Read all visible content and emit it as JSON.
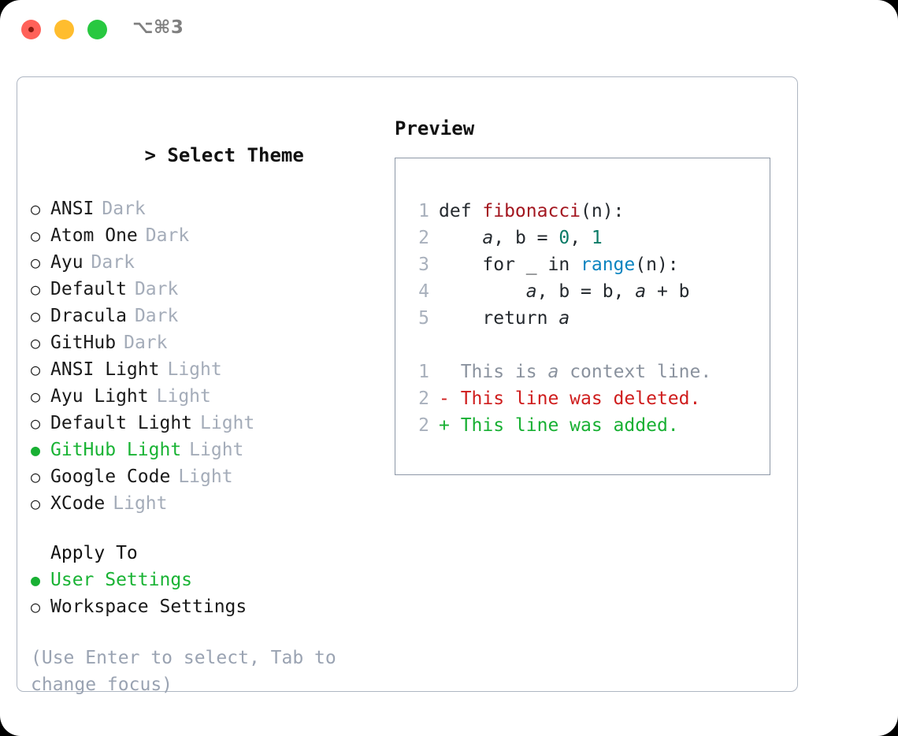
{
  "titlebar": {
    "shortcut": "⌥⌘3",
    "lights": [
      "close-red",
      "minimize-yellow",
      "maximize-green"
    ]
  },
  "theme_picker": {
    "header": "Select Theme",
    "caret": ">",
    "radio_off": "○",
    "radio_on": "●",
    "items": [
      {
        "label": "ANSI",
        "kind": "Dark",
        "selected": false
      },
      {
        "label": "Atom One",
        "kind": "Dark",
        "selected": false
      },
      {
        "label": "Ayu",
        "kind": "Dark",
        "selected": false
      },
      {
        "label": "Default",
        "kind": "Dark",
        "selected": false
      },
      {
        "label": "Dracula",
        "kind": "Dark",
        "selected": false
      },
      {
        "label": "GitHub",
        "kind": "Dark",
        "selected": false
      },
      {
        "label": "ANSI Light",
        "kind": "Light",
        "selected": false
      },
      {
        "label": "Ayu Light",
        "kind": "Light",
        "selected": false
      },
      {
        "label": "Default Light",
        "kind": "Light",
        "selected": false
      },
      {
        "label": "GitHub Light",
        "kind": "Light",
        "selected": true
      },
      {
        "label": "Google Code",
        "kind": "Light",
        "selected": false
      },
      {
        "label": "XCode",
        "kind": "Light",
        "selected": false
      }
    ]
  },
  "apply_to": {
    "header": "Apply To",
    "items": [
      {
        "label": "User Settings",
        "selected": true
      },
      {
        "label": "Workspace Settings",
        "selected": false
      }
    ]
  },
  "hint": "(Use Enter to select, Tab to change focus)",
  "preview": {
    "header": "Preview",
    "code_lines": [
      {
        "no": "1",
        "segments": [
          {
            "text": "def ",
            "style": "plain"
          },
          {
            "text": "fibonacci",
            "style": "fn"
          },
          {
            "text": "(n):",
            "style": "plain"
          }
        ]
      },
      {
        "no": "2",
        "segments": [
          {
            "text": "    ",
            "style": "plain"
          },
          {
            "text": "a",
            "style": "var"
          },
          {
            "text": ", b = ",
            "style": "plain"
          },
          {
            "text": "0",
            "style": "num"
          },
          {
            "text": ", ",
            "style": "plain"
          },
          {
            "text": "1",
            "style": "num"
          }
        ]
      },
      {
        "no": "3",
        "segments": [
          {
            "text": "    for _ in ",
            "style": "plain"
          },
          {
            "text": "range",
            "style": "builtin"
          },
          {
            "text": "(n):",
            "style": "plain"
          }
        ]
      },
      {
        "no": "4",
        "segments": [
          {
            "text": "        ",
            "style": "plain"
          },
          {
            "text": "a",
            "style": "var"
          },
          {
            "text": ", b = b, ",
            "style": "plain"
          },
          {
            "text": "a",
            "style": "var"
          },
          {
            "text": " + b",
            "style": "plain"
          }
        ]
      },
      {
        "no": "5",
        "segments": [
          {
            "text": "    return ",
            "style": "plain"
          },
          {
            "text": "a",
            "style": "var"
          }
        ]
      }
    ],
    "diff_lines": [
      {
        "no": "1",
        "segments": [
          {
            "text": "  This is ",
            "style": "dim"
          },
          {
            "text": "a",
            "style": "dim-var"
          },
          {
            "text": " context line.",
            "style": "dim"
          }
        ]
      },
      {
        "no": "2",
        "segments": [
          {
            "text": "- This line was deleted.",
            "style": "del"
          }
        ]
      },
      {
        "no": "2",
        "segments": [
          {
            "text": "+ This line was added.",
            "style": "add"
          }
        ]
      }
    ]
  },
  "colors": {
    "selected_green": "#18b033",
    "dim_gray": "#a4acb9",
    "hint_gray": "#9aa3b2",
    "function_red": "#a3161f",
    "number_teal": "#0b7a66",
    "builtin_blue": "#0c84c0",
    "diff_delete_red": "#cf1d1d",
    "diff_add_green": "#18b033",
    "panel_border": "#aeb6c2",
    "preview_border": "#8d98a7",
    "code_text": "#24292e"
  }
}
